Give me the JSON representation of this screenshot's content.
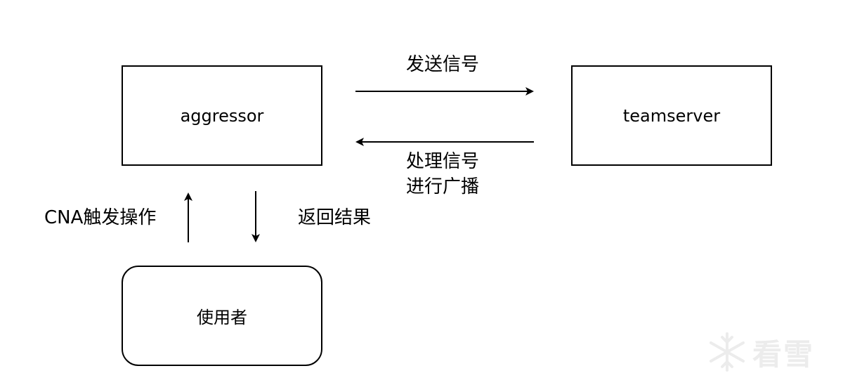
{
  "nodes": {
    "aggressor": "aggressor",
    "teamserver": "teamserver",
    "user": "使用者"
  },
  "edges": {
    "send_signal": "发送信号",
    "process_signal": "处理信号",
    "broadcast": "进行广播",
    "cna_trigger": "CNA触发操作",
    "return_result": "返回结果"
  },
  "watermark": {
    "text": "看雪",
    "icon": "snowflake-icon"
  },
  "colors": {
    "stroke": "#000000",
    "background": "#ffffff",
    "watermark": "#c9c9c9"
  }
}
